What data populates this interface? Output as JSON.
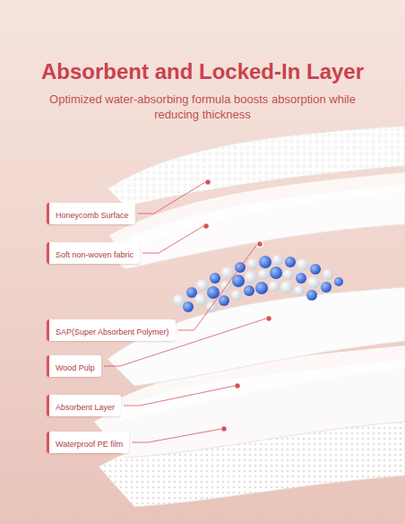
{
  "diagram": {
    "title": "Absorbent and Locked-In Layer",
    "nodes": [
      {
        "text": [
          "Honeycomb Surface"
        ]
      },
      {
        "text": [
          "Soft non-woven fabric"
        ]
      },
      {
        "text": [
          "SAP(Super Absorbent Polymer)"
        ]
      },
      {
        "text": [
          "Wood Pulp"
        ]
      },
      {
        "text": [
          "Absorbent Layer"
        ]
      },
      {
        "text": [
          "Waterproof PE film"
        ]
      }
    ],
    "labels": [
      "Optimized water-absorbing formula boosts absorption while reducing thickness"
    ]
  }
}
